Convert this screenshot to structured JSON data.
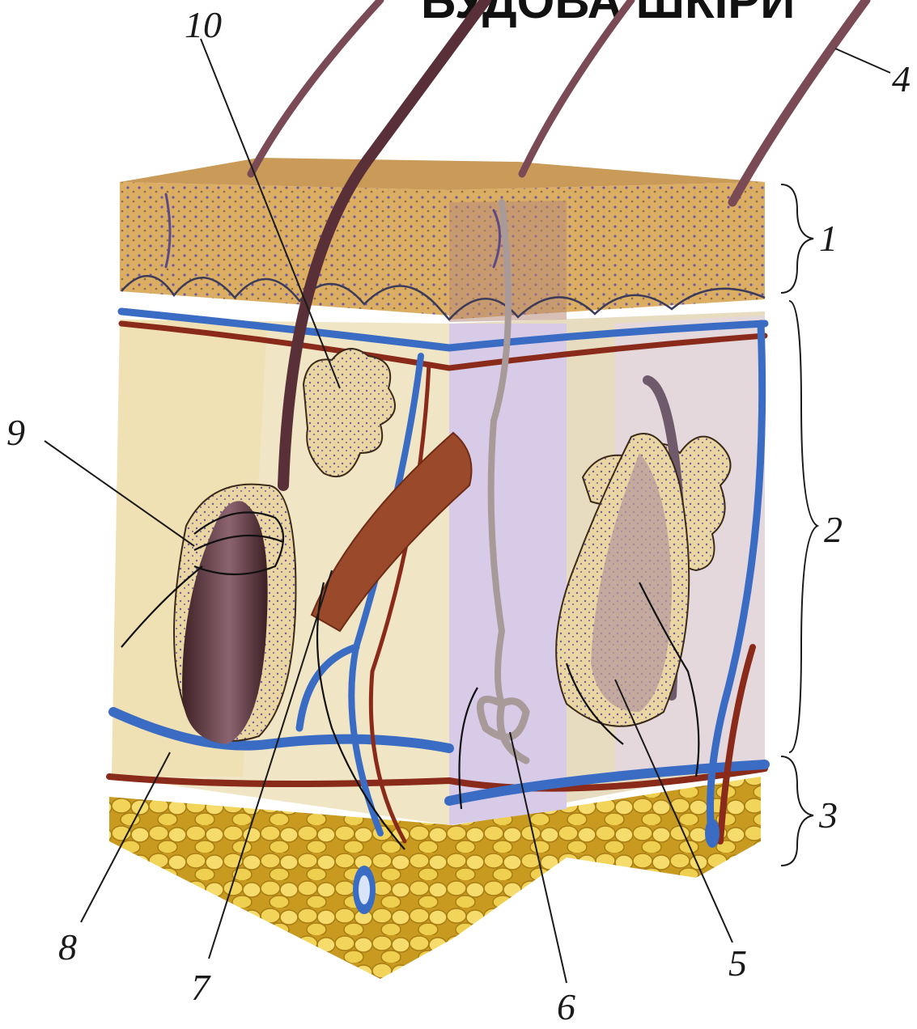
{
  "title": "БУДОВА ШКІРИ",
  "labels": {
    "l1": "1",
    "l2": "2",
    "l3": "3",
    "l4": "4",
    "l5": "5",
    "l6": "6",
    "l7": "7",
    "l8": "8",
    "l9": "9",
    "l10": "10"
  },
  "colors": {
    "epidermis": "#d9a860",
    "dermis": "#efe6c8",
    "dermis_violet": "#cfc3e4",
    "fat": "#e8c03a",
    "artery": "#8a2a1a",
    "vein": "#3a6cc4",
    "hair": "#7a4a55",
    "nerve": "#111111"
  }
}
